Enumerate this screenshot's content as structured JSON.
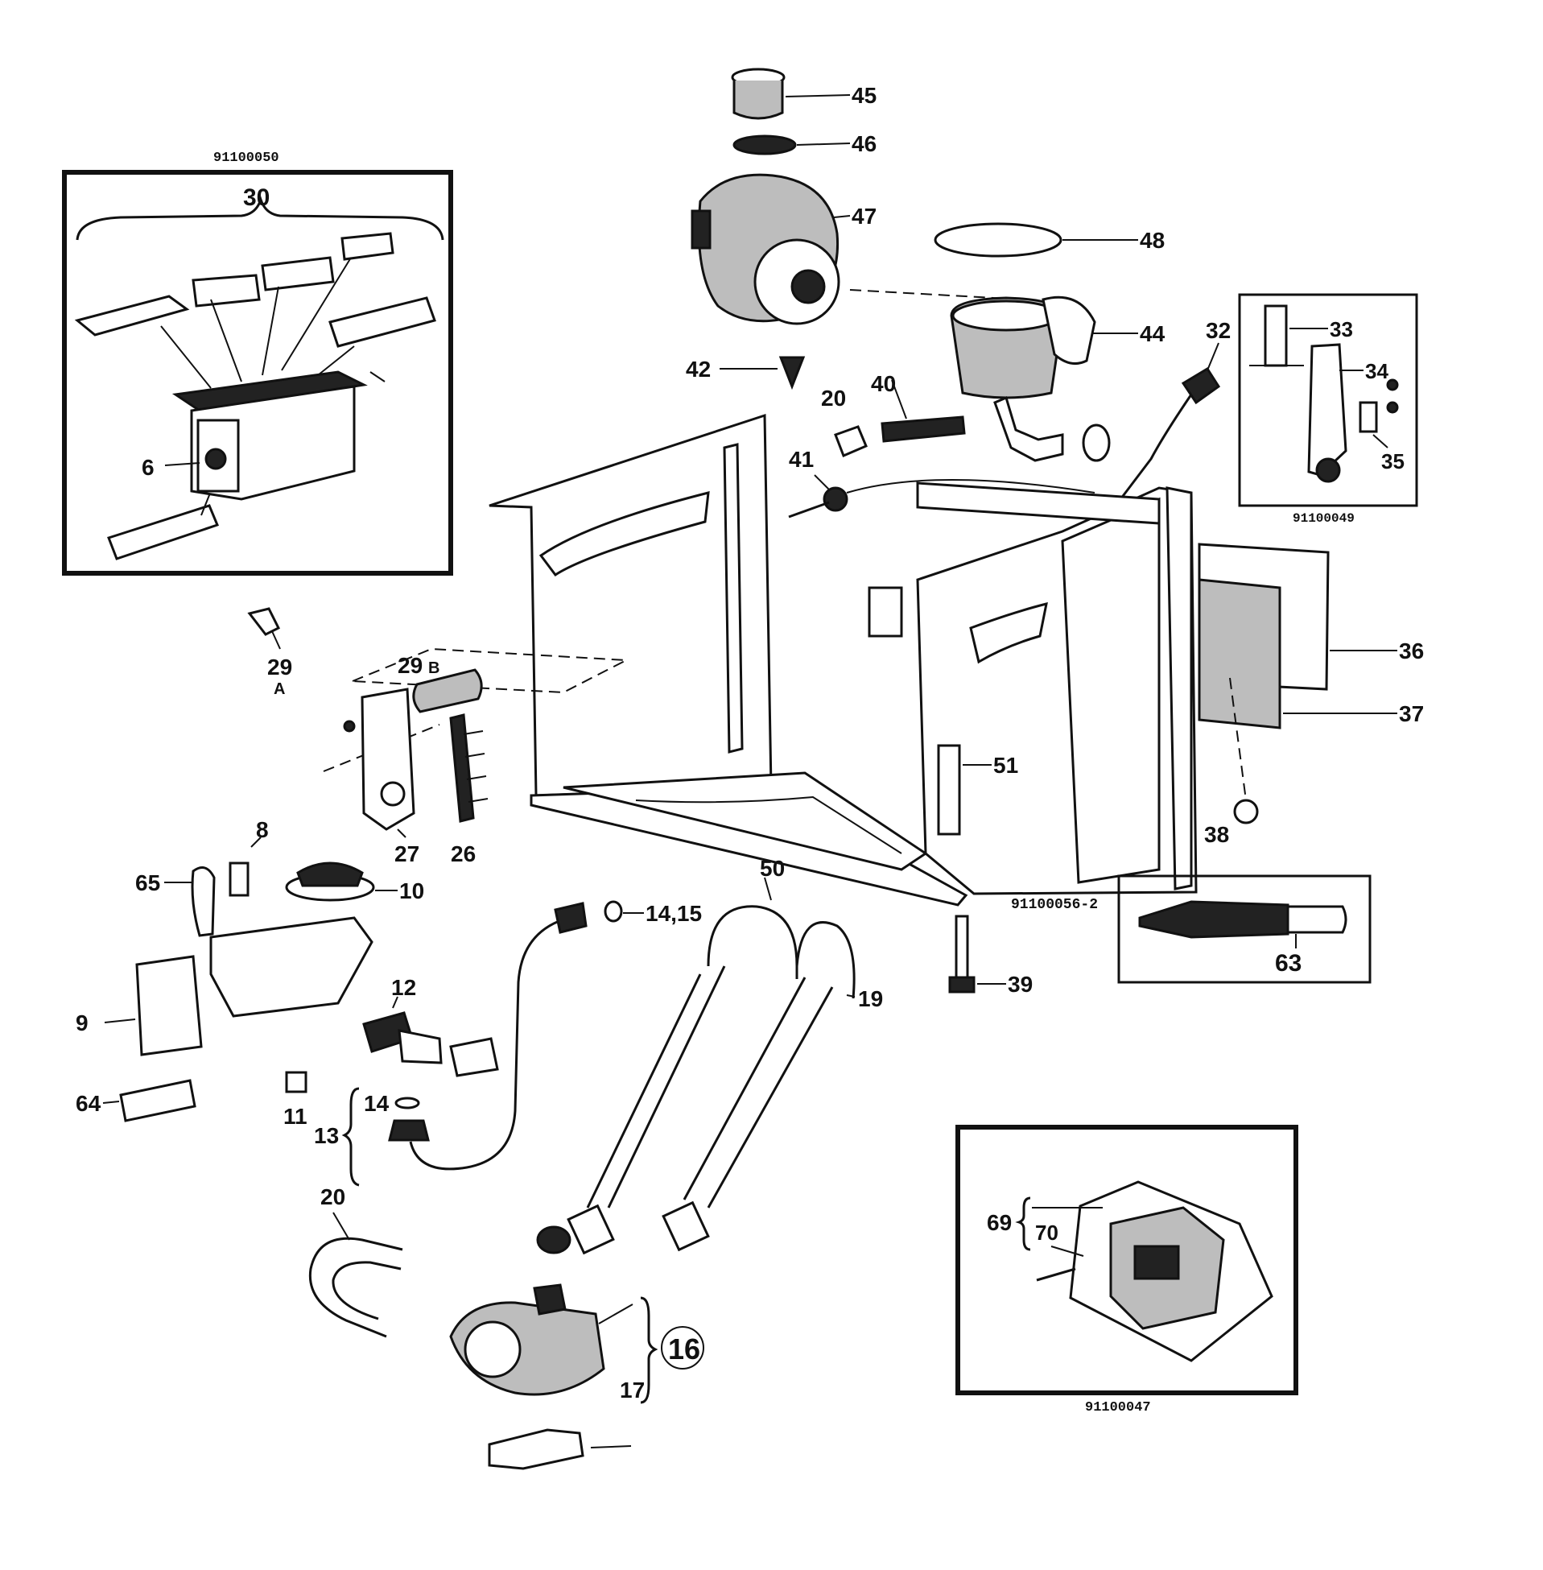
{
  "ref_codes": {
    "top_left_box": "91100050",
    "right_box": "91100049",
    "frame": "91100056-2",
    "bottom_right_box": "91100047"
  },
  "labels": {
    "l6": "6",
    "l8": "8",
    "l9": "9",
    "l10": "10",
    "l11": "11",
    "l12": "12",
    "l13": "13",
    "l14": "14",
    "l14_15": "14,15",
    "l16": "16",
    "l17": "17",
    "l19": "19",
    "l20_top": "20",
    "l20_bottom": "20",
    "l26": "26",
    "l27": "27",
    "l29a": "29",
    "l29a_sub": "A",
    "l29b": "29",
    "l29b_sub": "B",
    "l30": "30",
    "l32": "32",
    "l33": "33",
    "l34": "34",
    "l35": "35",
    "l36": "36",
    "l37": "37",
    "l38": "38",
    "l39": "39",
    "l40": "40",
    "l41": "41",
    "l42": "42",
    "l44": "44",
    "l45": "45",
    "l46": "46",
    "l47": "47",
    "l48": "48",
    "l50": "50",
    "l51": "51",
    "l63": "63",
    "l64": "64",
    "l65": "65",
    "l69": "69",
    "l70": "70"
  }
}
